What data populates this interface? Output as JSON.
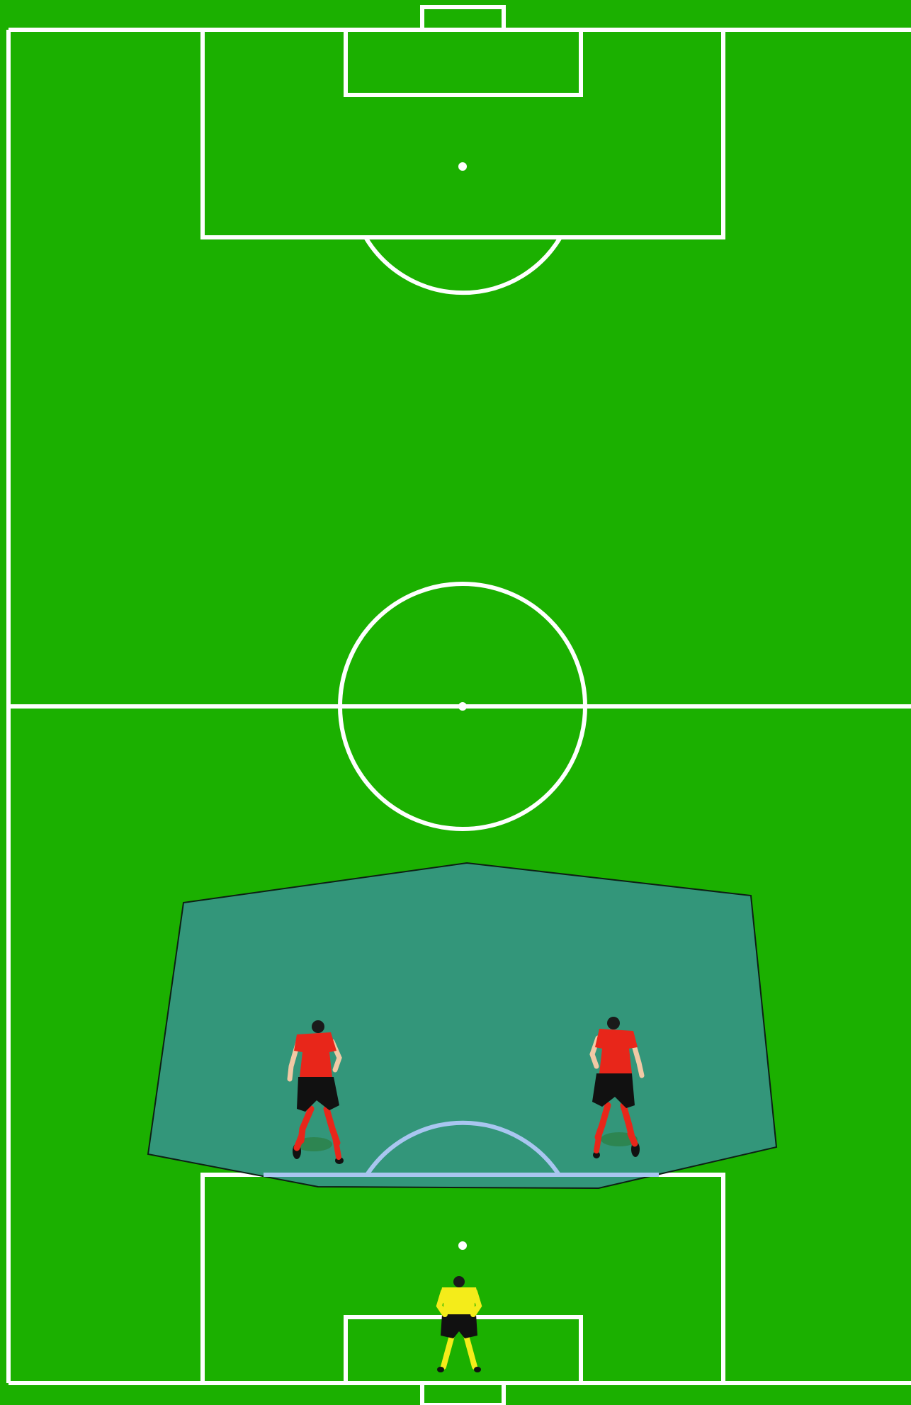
{
  "pitch": {
    "grass_color": "#1bb000",
    "line_color": "#ffffff",
    "zone_fill": "#33967a",
    "zone_outline": "#0d1f14",
    "arc_highlight_color": "#a9c6f0"
  },
  "players": [
    {
      "role": "defender-left",
      "kit_shirt": "#e8261a",
      "kit_shorts": "#111111",
      "kit_socks": "#e8261a",
      "facing": "away"
    },
    {
      "role": "defender-right",
      "kit_shirt": "#e8261a",
      "kit_shorts": "#111111",
      "kit_socks": "#e8261a",
      "facing": "away"
    },
    {
      "role": "goalkeeper",
      "kit_shirt": "#f4ec1a",
      "kit_shorts": "#111111",
      "kit_socks": "#f4ec1a",
      "facing": "toward"
    }
  ]
}
